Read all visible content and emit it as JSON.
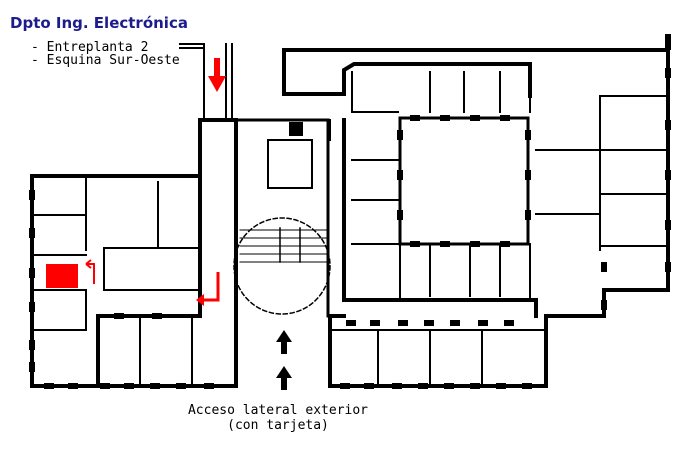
{
  "title": "Dpto Ing. Electrónica",
  "location_notes": [
    "- Entreplanta 2",
    "- Esquina Sur-Oeste"
  ],
  "access_caption": [
    "Acceso lateral exterior",
    "(con tarjeta)"
  ],
  "colors": {
    "walls": "#000000",
    "highlight": "#ff0000",
    "title": "#1c1c8c"
  },
  "icons": {
    "route": "red-arrow-icon",
    "entrance": "black-arrow-icon",
    "destination": "red-room-marker"
  }
}
